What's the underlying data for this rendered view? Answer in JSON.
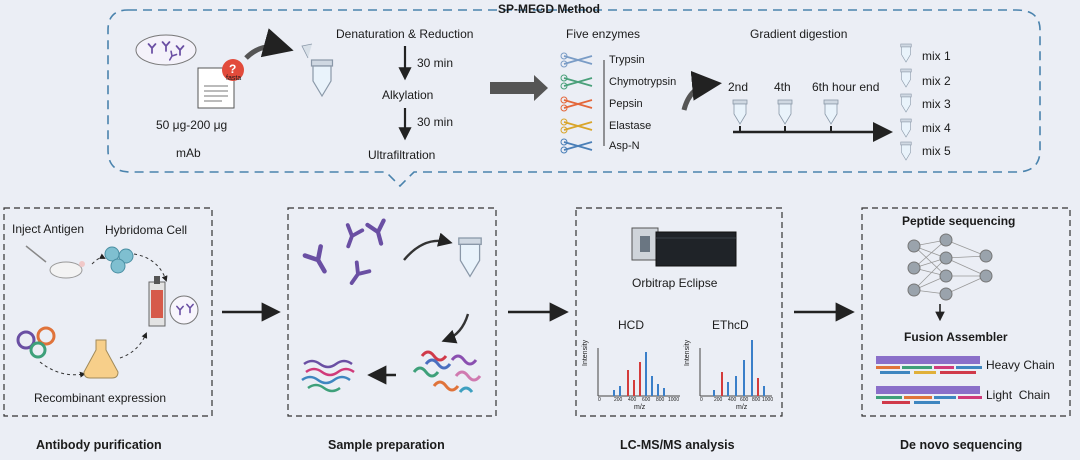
{
  "top": {
    "title": "SP-MEGD Method",
    "sample": {
      "amount": "50 μg-200 μg",
      "name": "mAb",
      "file_label": "fasta",
      "question_mark": "?"
    },
    "steps": {
      "step1": "Denaturation & Reduction",
      "time1": "30 min",
      "step2": "Alkylation",
      "time2": "30 min",
      "step3": "Ultrafiltration"
    },
    "enzymes": {
      "title": "Five enzymes",
      "items": [
        "Trypsin",
        "Chymotrypsin",
        "Pepsin",
        "Elastase",
        "Asp-N"
      ]
    },
    "gradient": {
      "title": "Gradient digestion",
      "times": [
        "2nd",
        "4th",
        "6th hour end"
      ],
      "mixes": [
        "mix 1",
        "mix 2",
        "mix 3",
        "mix 4",
        "mix 5"
      ]
    }
  },
  "panels": {
    "purification": {
      "title": "Antibody purification",
      "inject": "Inject Antigen",
      "hybridoma": "Hybridoma Cell",
      "recombinant": "Recombinant expression"
    },
    "preparation": {
      "title": "Sample preparation"
    },
    "lcms": {
      "title": "LC-MS/MS analysis",
      "instrument": "Orbitrap Eclipse",
      "hcd": "HCD",
      "ethcd": "EThcD",
      "ylabel": "Intensity",
      "xlabel": "m/z",
      "ticks": [
        "0",
        "200",
        "400",
        "600",
        "800",
        "1000"
      ]
    },
    "denovo": {
      "title": "De novo sequencing",
      "peptide": "Peptide sequencing",
      "fusion": "Fusion Assembler",
      "heavy": "Heavy Chain",
      "light": "Light  Chain"
    }
  },
  "colors": {
    "dash": "#4a83ad",
    "arrow": "#333333",
    "antibody": "#6a4fa3",
    "tube": "#a9cde8",
    "red": "#d43b3b",
    "blue": "#3a7fc9"
  }
}
